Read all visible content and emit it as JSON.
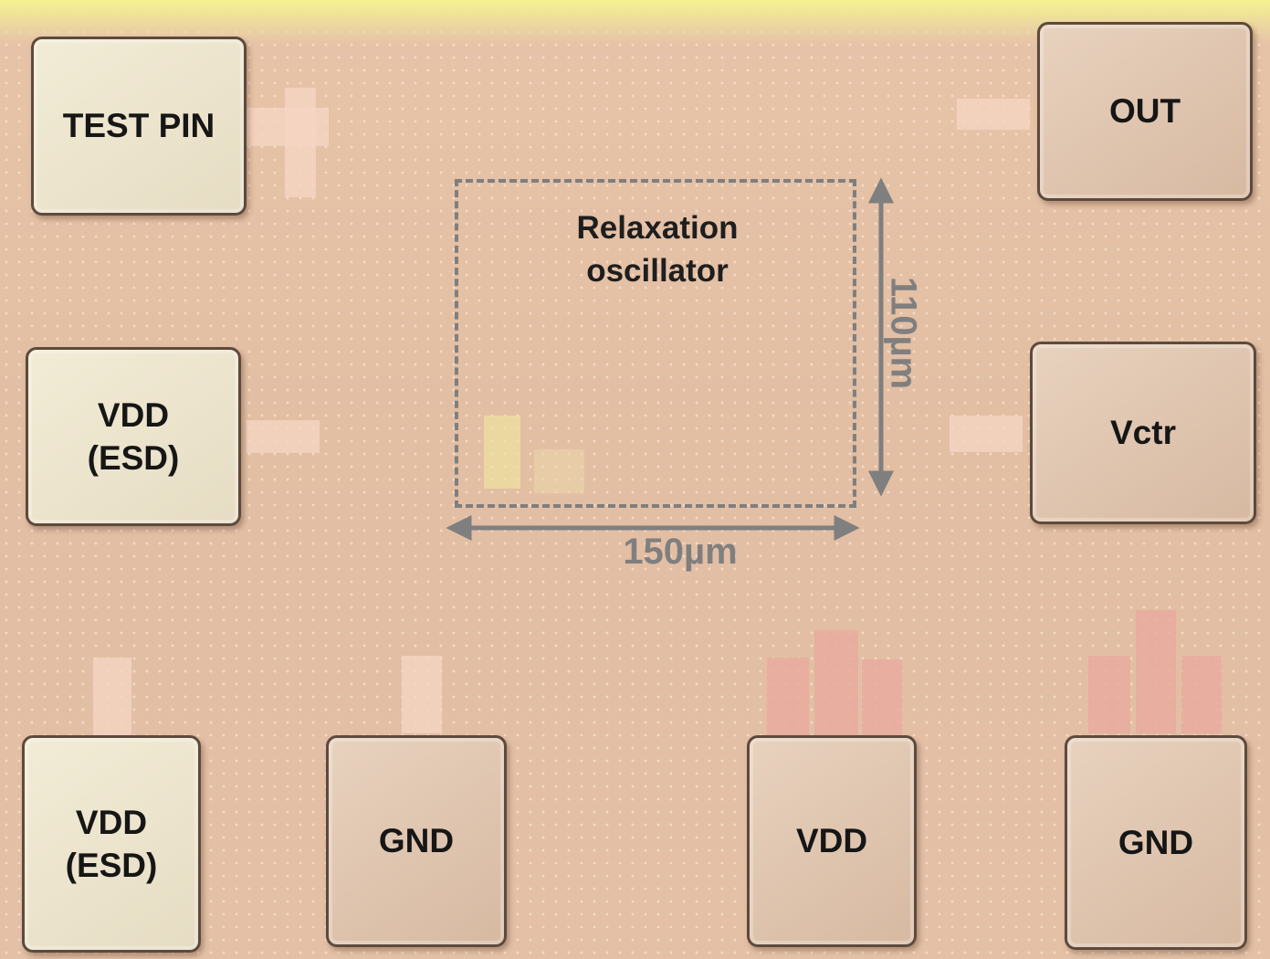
{
  "pads": {
    "test_pin": "TEST PIN",
    "vdd_esd_mid": "VDD\n(ESD)",
    "vdd_esd_bottom": "VDD\n(ESD)",
    "gnd_left": "GND",
    "vdd_bottom": "VDD",
    "gnd_right": "GND",
    "out": "OUT",
    "vctr": "Vctr"
  },
  "block": {
    "label": "Relaxation\noscillator",
    "width_label": "150µm",
    "height_label": "110µm"
  },
  "colors": {
    "annotation": "#7f7f7f",
    "pad_border": "#5e4a3c",
    "die": "#e4c2a8"
  }
}
